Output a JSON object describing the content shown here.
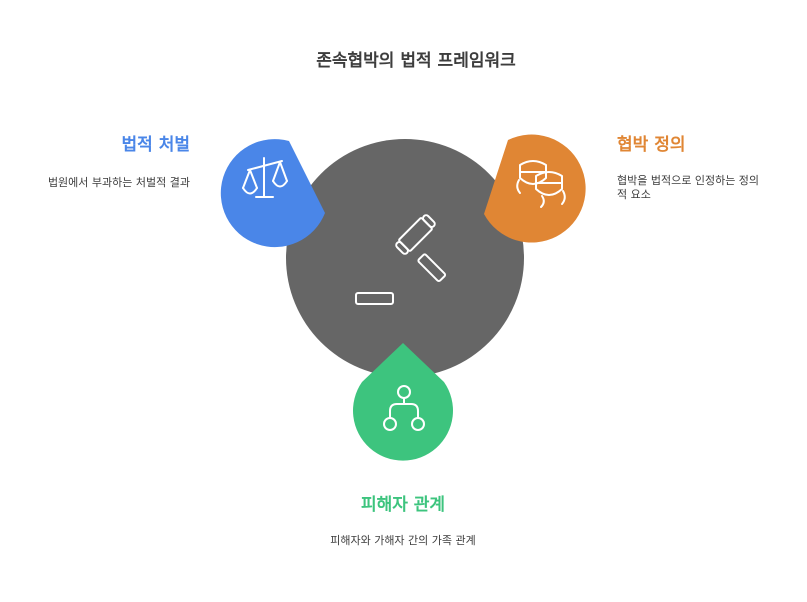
{
  "title": "존속협박의 법적 프레임워크",
  "colors": {
    "center": "#666666",
    "legal_punishment": "#4a86e8",
    "threat_definition": "#e08634",
    "victim_relation": "#3dc47e",
    "text": "#3d3d3d"
  },
  "sections": {
    "legal_punishment": {
      "heading": "법적 처벌",
      "description": "법원에서 부과하는 처벌적 결과",
      "icon": "scales-icon"
    },
    "threat_definition": {
      "heading": "협박 정의",
      "description_line1": "협박을 법적으로 인정하는 정의",
      "description_line2": "적 요소",
      "icon": "masks-icon"
    },
    "victim_relation": {
      "heading": "피해자 관계",
      "description": "피해자와 가해자 간의 가족 관계",
      "icon": "family-tree-icon"
    },
    "center": {
      "icon": "gavel-icon"
    }
  }
}
